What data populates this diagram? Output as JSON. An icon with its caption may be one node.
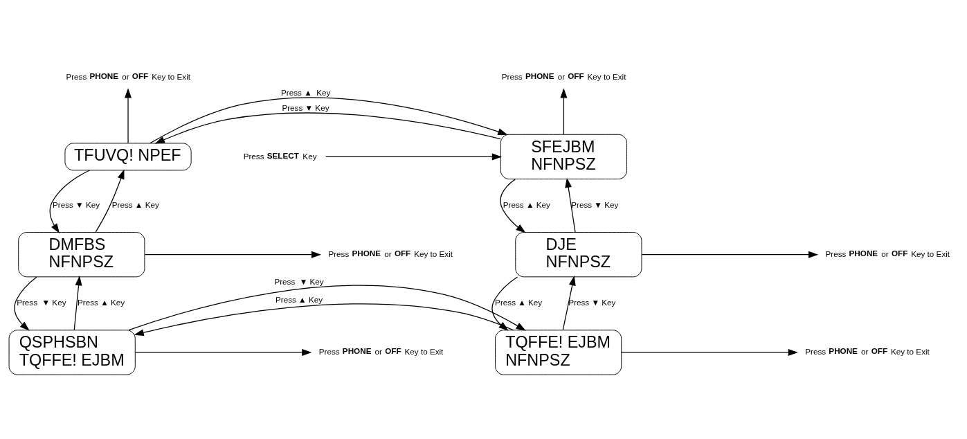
{
  "diagram": {
    "nodes": [
      {
        "text": [
          "SFEJBM",
          "NFNPSZ"
        ]
      },
      {
        "text": [
          "TFUVQ! NPEF"
        ]
      },
      {
        "text": [
          "DJE",
          "NFNPSZ"
        ]
      },
      {
        "text": [
          "DMFBS",
          "NFNPSZ"
        ]
      },
      {
        "text": [
          "TQFFE! EJBM",
          "NFNPSZ"
        ]
      },
      {
        "text": [
          "QSPHSBN",
          "TQFFE! EJBM"
        ]
      },
      {
        "text": [
          "Press **PHONE** or **OFF** Key to Exit"
        ]
      },
      {
        "text": [
          "Press **PHONE** or **OFF** Key to Exit"
        ]
      },
      {
        "text": [
          "Press **PHONE** or **OFF** Key to Exit"
        ]
      },
      {
        "text": [
          "Press **PHONE** or **OFF** Key to Exit"
        ]
      },
      {
        "text": [
          "Press **PHONE** or **OFF** Key to Exit"
        ]
      },
      {
        "text": [
          "Press **PHONE** or **OFF** Key to Exit"
        ]
      },
      {
        "text": [
          "Press **SELECT** Key"
        ]
      }
    ],
    "edges": [
      {
        "from": 12,
        "to": 0,
        "arrow": "to"
      },
      {
        "from": 0,
        "to": 6,
        "arrow": "to"
      },
      {
        "from": 1,
        "to": 7,
        "arrow": "to"
      },
      {
        "from": 0,
        "to": 1,
        "arrow": "to",
        "label": "Press ▼ Key"
      },
      {
        "from": 1,
        "to": 0,
        "arrow": "to",
        "label": "Press ▲  Key"
      },
      {
        "from": 0,
        "to": 2,
        "arrow": "to",
        "label": "Press ▲ Key"
      },
      {
        "from": 2,
        "to": 0,
        "arrow": "to",
        "label": "Press ▼ Key"
      },
      {
        "from": 1,
        "to": 3,
        "arrow": "to",
        "label": "Press ▼ Key"
      },
      {
        "from": 3,
        "to": 1,
        "arrow": "to",
        "label": "Press ▲ Key"
      },
      {
        "from": 2,
        "to": 8,
        "arrow": "to"
      },
      {
        "from": 3,
        "to": 9,
        "arrow": "to"
      },
      {
        "from": 2,
        "to": 4,
        "arrow": "to",
        "label": "Press ▲ Key"
      },
      {
        "from": 4,
        "to": 2,
        "arrow": "to",
        "label": "Press ▼ Key"
      },
      {
        "from": 3,
        "to": 5,
        "arrow": "to",
        "label": "Press  ▼ Key"
      },
      {
        "from": 5,
        "to": 3,
        "arrow": "to",
        "label": "Press ▲ Key"
      },
      {
        "from": 4,
        "to": 5,
        "arrow": "to",
        "label": "Press ▲ Key"
      },
      {
        "from": 5,
        "to": 4,
        "arrow": "to",
        "label": "Press  ▼ Key"
      },
      {
        "from": 4,
        "to": 10,
        "arrow": "to"
      },
      {
        "from": 5,
        "to": 11,
        "arrow": "to"
      }
    ]
  }
}
